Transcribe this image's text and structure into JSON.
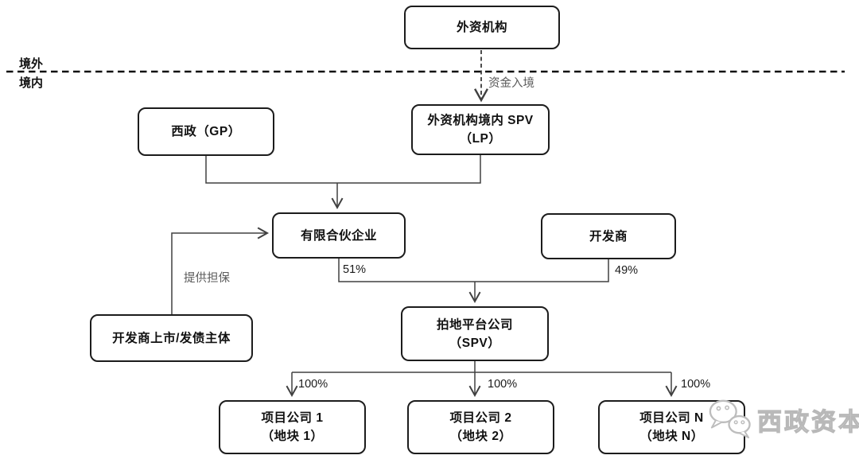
{
  "diagram": {
    "boundary": {
      "offshore": "境外",
      "onshore": "境内"
    },
    "nodes": {
      "foreign_institution": {
        "label": "外资机构"
      },
      "gp": {
        "label": "西政（GP）"
      },
      "domestic_spv": {
        "line1": "外资机构境内 SPV",
        "line2": "（LP）"
      },
      "limited_partnership": {
        "label": "有限合伙企业"
      },
      "developer": {
        "label": "开发商"
      },
      "issuer": {
        "label": "开发商上市/发债主体"
      },
      "land_platform": {
        "line1": "拍地平台公司",
        "line2": "（SPV）"
      },
      "project1": {
        "line1": "项目公司 1",
        "line2": "（地块 1）"
      },
      "project2": {
        "line1": "项目公司 2",
        "line2": "（地块 2）"
      },
      "projectN": {
        "line1": "项目公司 N",
        "line2": "（地块 N）"
      }
    },
    "edge_labels": {
      "capital_entry": "资金入境",
      "guarantee": "提供担保",
      "lp_stake": "51%",
      "developer_stake": "49%",
      "project1_stake": "100%",
      "project2_stake": "100%",
      "projectN_stake": "100%"
    },
    "colors": {
      "line": "#404040",
      "box_border": "#1c1c1c",
      "gray_label": "#5a5a5a",
      "watermark": "#c8c8c8"
    }
  },
  "watermark": {
    "icon": "wechat-icon",
    "text": "西政资本"
  }
}
